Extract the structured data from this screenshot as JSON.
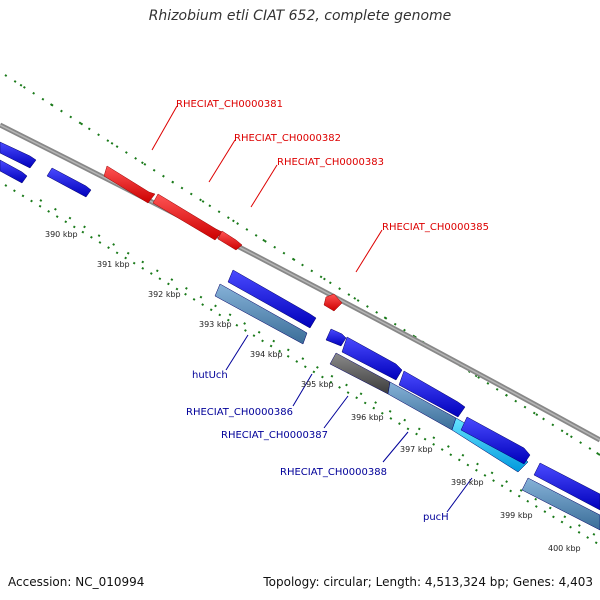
{
  "title": "Rhizobium etli CIAT 652, complete genome",
  "footer": {
    "accession": "Accession: NC_010994",
    "summary": "Topology: circular; Length: 4,513,324 bp; Genes: 4,403"
  },
  "scale_ticks": [
    "390 kbp",
    "391 kbp",
    "392 kbp",
    "393 kbp",
    "394 kbp",
    "395 kbp",
    "396 kbp",
    "397 kbp",
    "398 kbp",
    "399 kbp",
    "400 kbp"
  ],
  "gene_labels_top": [
    "RHECIAT_CH0000381",
    "RHECIAT_CH0000382",
    "RHECIAT_CH0000383",
    "RHECIAT_CH0000385"
  ],
  "gene_labels_bottom": [
    "hutUch",
    "RHECIAT_CH0000386",
    "RHECIAT_CH0000387",
    "RHECIAT_CH0000388",
    "pucH"
  ],
  "colors": {
    "backbone": "#888888",
    "feature_highlight": "#ee0000",
    "cds_forward": "#0000ee",
    "cds_reverse": "#4682b4",
    "pseudo": "#555555",
    "cyan_feature": "#00bfff",
    "dotted_guides": "#1a7a1a"
  }
}
